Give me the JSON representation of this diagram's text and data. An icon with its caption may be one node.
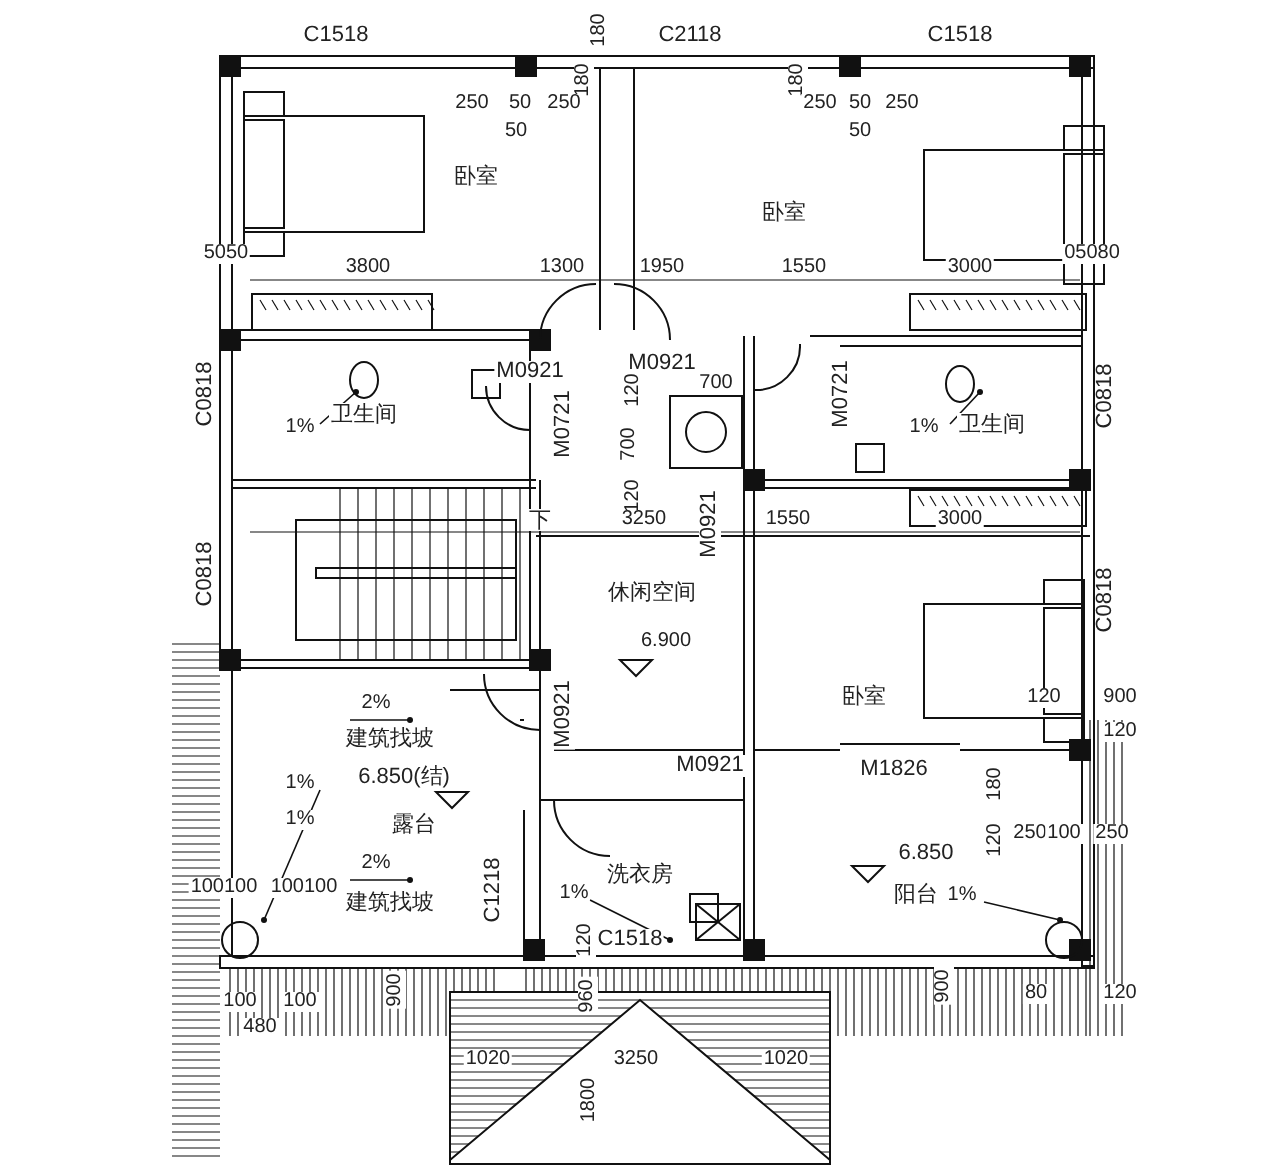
{
  "diagram": {
    "labels": [
      "C1518",
      "180",
      "C2118",
      "C1518",
      "180",
      "180",
      "250",
      "50",
      "250",
      "50",
      "250",
      "50",
      "250",
      "50",
      "卧室",
      "卧室",
      "5050",
      "05080",
      "3800",
      "1300",
      "1950",
      "1550",
      "3000",
      "M0921",
      "M0921",
      "700",
      "C0818",
      "1%",
      "卫生间",
      "M0721",
      "120",
      "700",
      "120",
      "M0721",
      "1%",
      "卫生间",
      "C0818",
      "下",
      "3250",
      "M0921",
      "1550",
      "3000",
      "C0818",
      "C0818",
      "休闲空间",
      "6.900",
      "2%",
      "卧室",
      "120",
      "900",
      "M0921",
      "建筑找坡",
      "120",
      "M0921",
      "M1826",
      "6.850(结)",
      "1%",
      "180",
      "1%",
      "露台",
      "120",
      "250",
      "100",
      "250",
      "6.850",
      "2%",
      "1%",
      "洗衣房",
      "阳台",
      "1%",
      "建筑找坡",
      "C1218",
      "100100",
      "100100",
      "C1518",
      "120",
      "900",
      "960",
      "900",
      "100",
      "100",
      "480",
      "1020",
      "3250",
      "1020",
      "1800",
      "80",
      "120"
    ]
  }
}
